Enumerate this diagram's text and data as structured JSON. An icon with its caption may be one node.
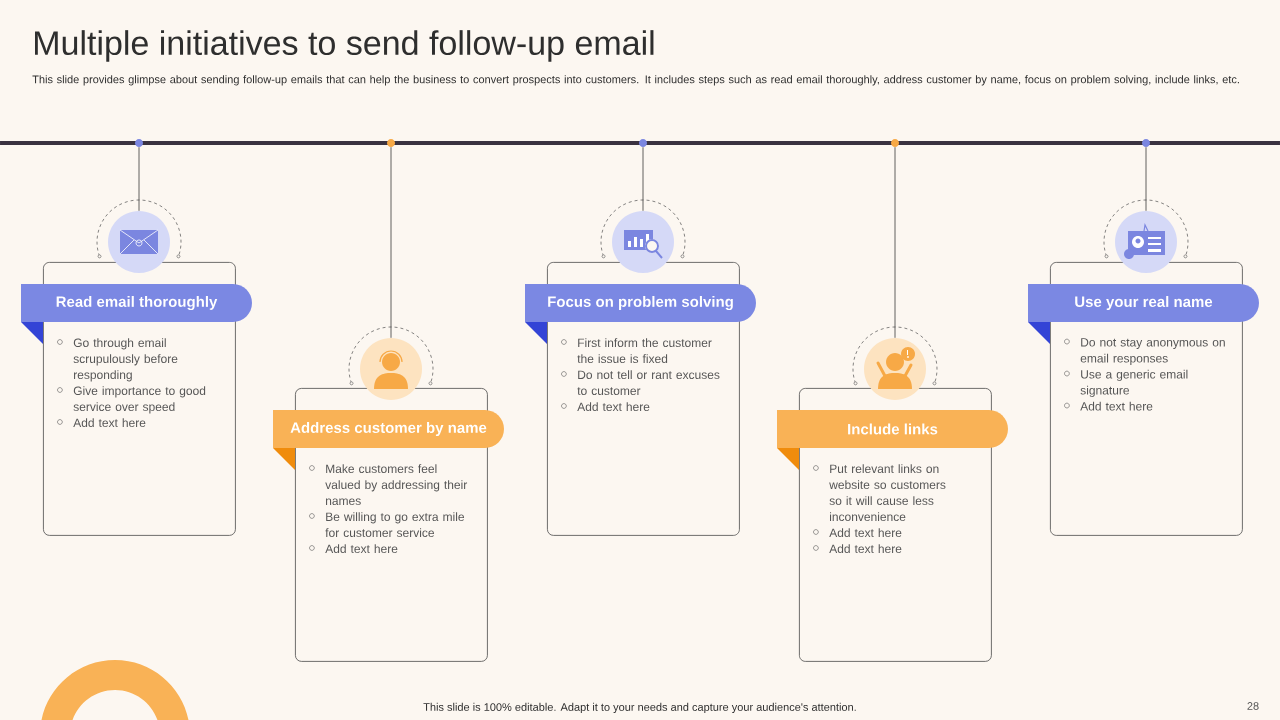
{
  "diagram": {
    "title": "Multiple initiatives to send follow-up email",
    "nodes": [
      {
        "text": [],
        "shape": "circle"
      },
      {
        "text": [],
        "shape": "circle"
      },
      {
        "text": [],
        "shape": "circle"
      },
      {
        "text": [],
        "shape": "circle"
      },
      {
        "text": [],
        "shape": "circle"
      },
      {
        "text": [],
        "shape": "circle"
      },
      {
        "text": [],
        "shape": "circle"
      },
      {
        "text": [],
        "shape": "circle"
      },
      {
        "text": [],
        "shape": "circle"
      },
      {
        "text": [],
        "shape": "circle"
      },
      {
        "text": [
          "Read email thoroughly",
          "Go through email scrupulously before responding",
          "Give importance to good service over speed",
          "Add text here"
        ]
      },
      {
        "text": [
          "Address customer by name",
          "Make customers feel valued by addressing their names",
          "Be willing to go extra mile for customer service",
          "Add text here"
        ]
      },
      {
        "text": [
          "Focus on problem solving",
          "First inform the customer the issue is fixed",
          "Do not tell or rant excuses to customer",
          "Add text here"
        ]
      },
      {
        "text": [
          "Include links",
          "Put relevant links on website so customers so it will cause less inconvenience",
          "Add text here",
          "Add text here"
        ]
      },
      {
        "text": [
          "Use your real name",
          "Do not stay anonymous on email responses",
          "Use a generic email signature",
          "Add text here"
        ]
      }
    ],
    "edges": [
      {
        "from": 0,
        "to": 5,
        "arrow": "none"
      },
      {
        "from": 1,
        "to": 6,
        "arrow": "none"
      },
      {
        "from": 2,
        "to": 7,
        "arrow": "none"
      },
      {
        "from": 3,
        "to": 8,
        "arrow": "none"
      },
      {
        "from": 4,
        "to": 9,
        "arrow": "none"
      }
    ],
    "labels": [
      "This slide provides glimpse about sending follow-up emails that can help the business to convert prospects into customers. It includes steps such as read email thoroughly, address customer by name, focus on problem solving, include links, etc.",
      "This slide is 100% editable. Adapt it to your needs and capture your audience's attention.",
      "28"
    ]
  }
}
